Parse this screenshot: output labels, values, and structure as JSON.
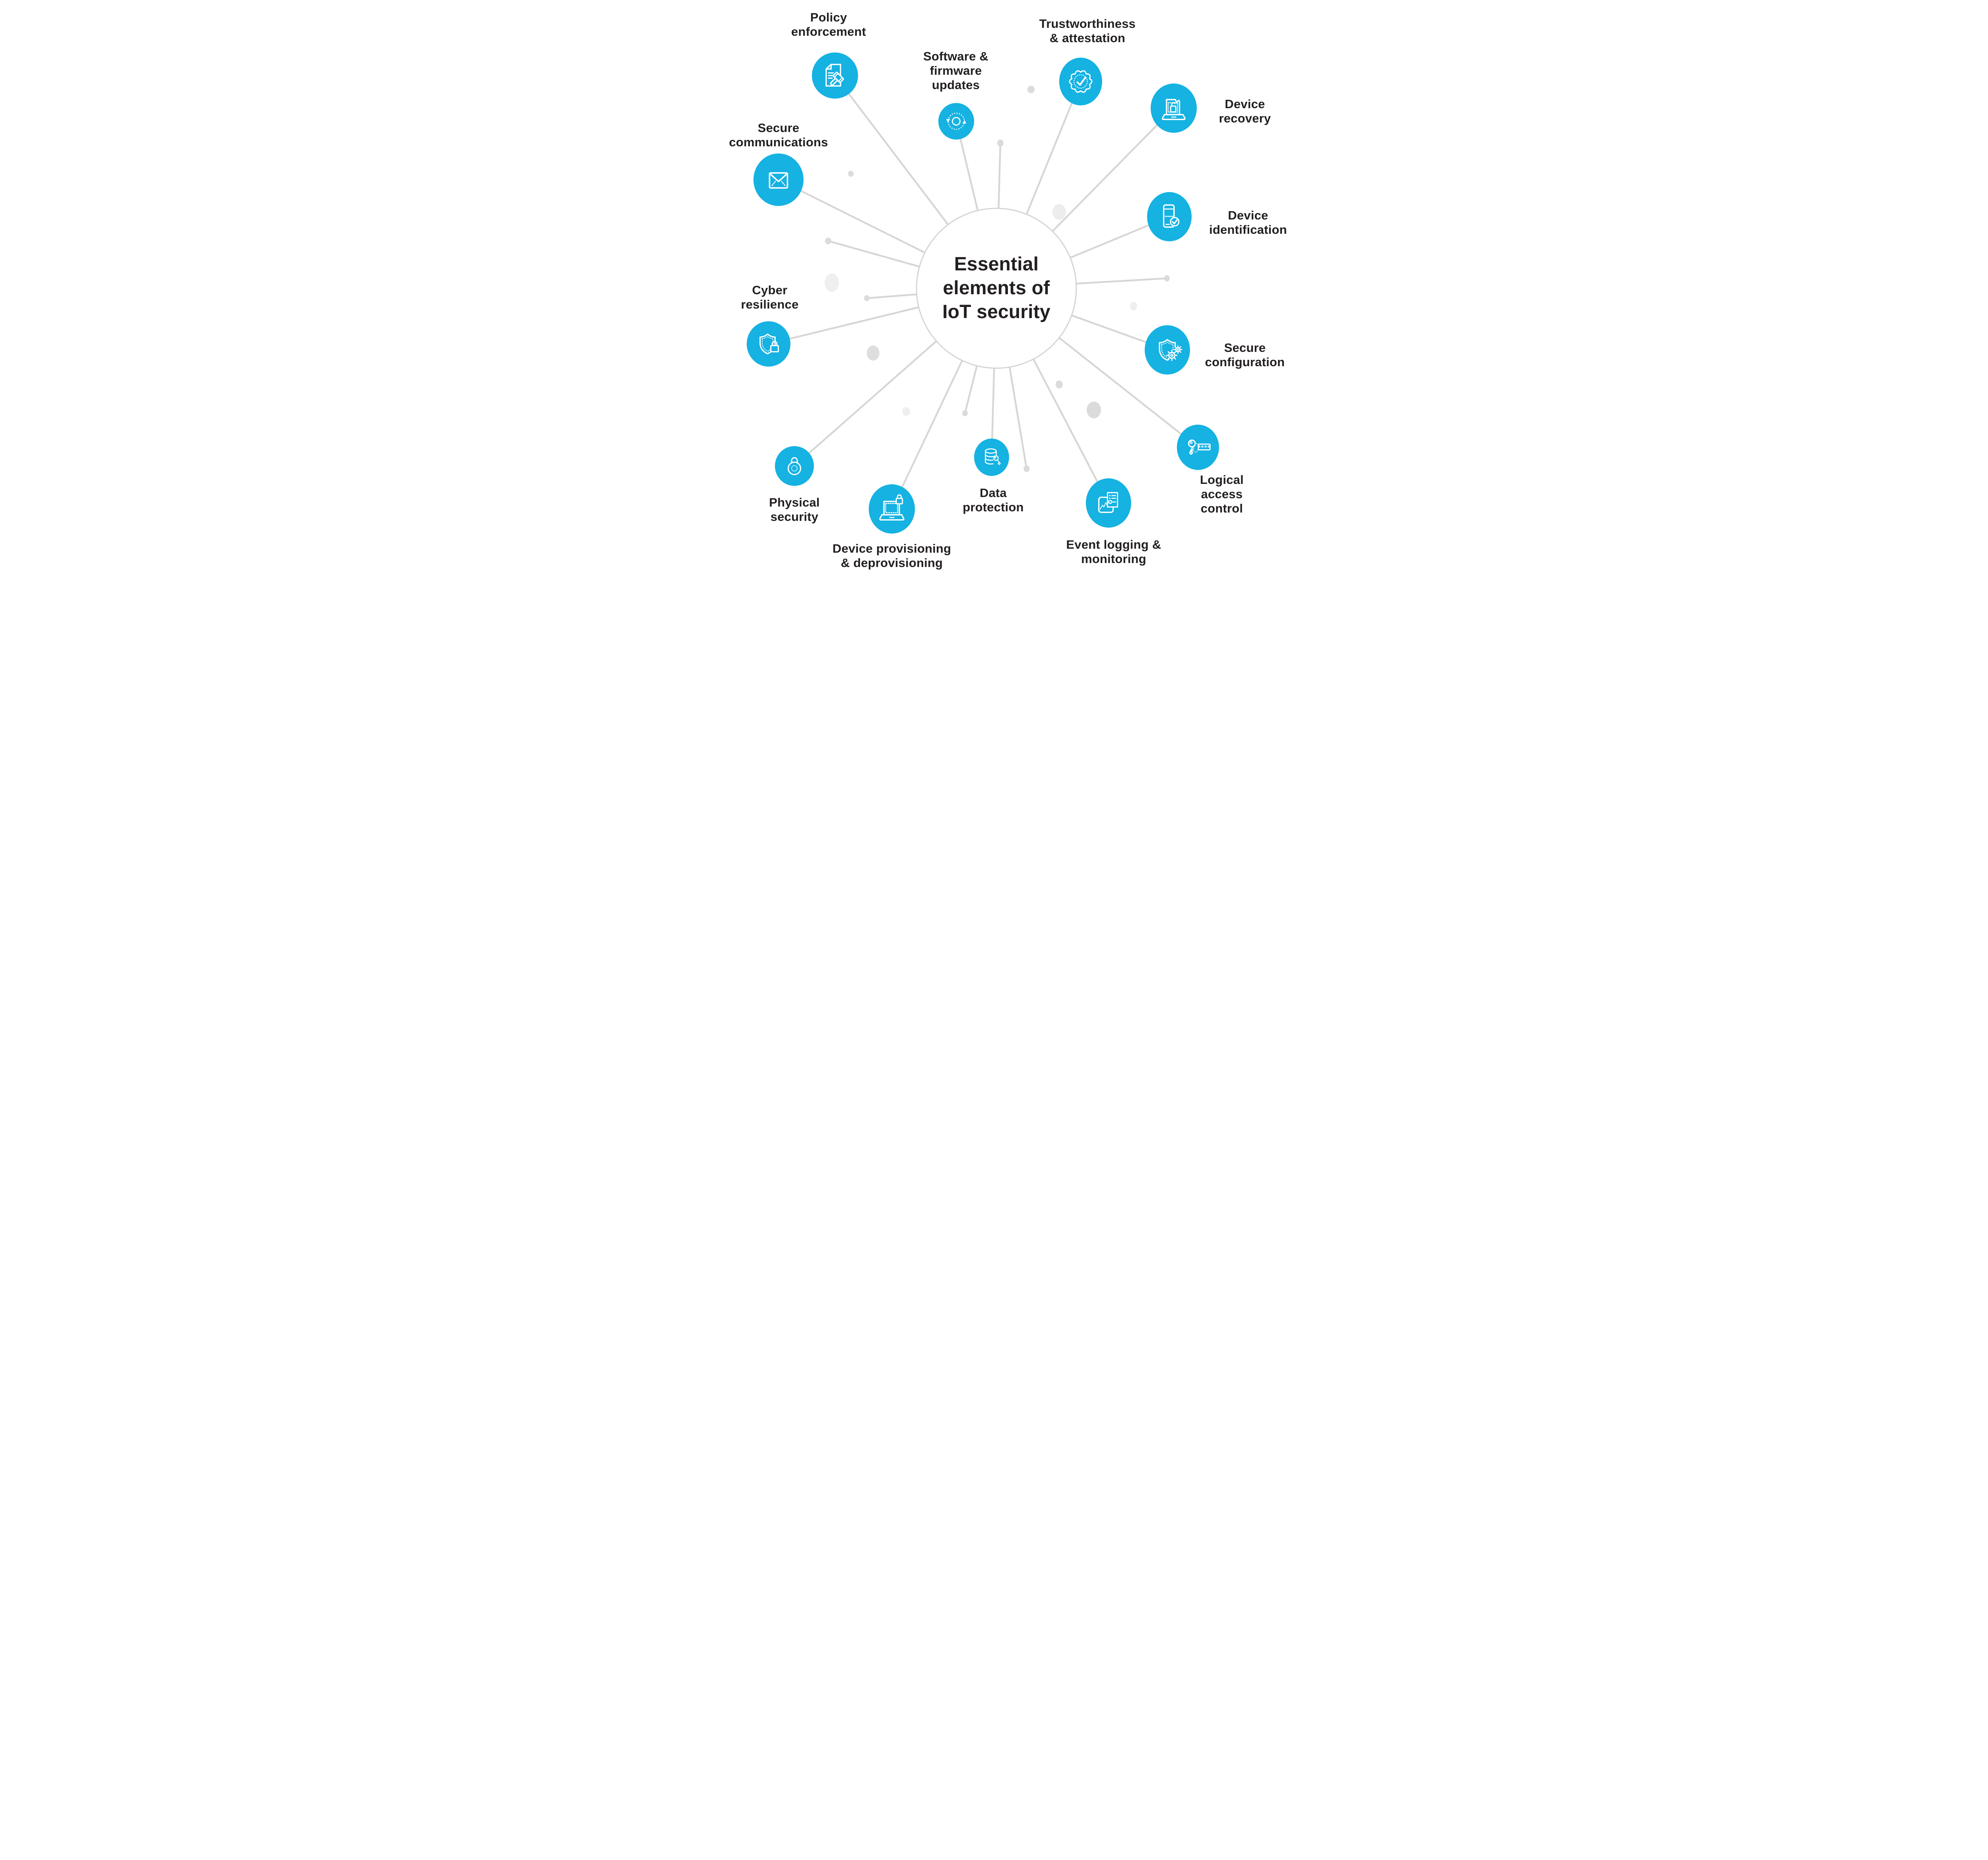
{
  "title": "Essential elements of IoT security diagram",
  "colors": {
    "accent_cyan": "#15B2E2",
    "connector_gray": "#D8D6D3",
    "dot_gray": "#DBDBDB",
    "dot_gray_light": "#EFEFEF",
    "center_circle_border": "#D5D5D5",
    "text_dark": "#231F20",
    "icon_stroke": "#FFFFFF"
  },
  "center": {
    "title": "Essential\nelements of\nIoT security"
  },
  "nodes": [
    {
      "id": "policy-enforcement",
      "label": "Policy\nenforcement",
      "icon": "document-gavel-icon"
    },
    {
      "id": "software-firmware-updates",
      "label": "Software &\nfirmware\nupdates",
      "icon": "circular-update-arrows-icon"
    },
    {
      "id": "trustworthiness-attestation",
      "label": "Trustworthiness\n& attestation",
      "icon": "certified-badge-check-icon"
    },
    {
      "id": "device-recovery",
      "label": "Device\nrecovery",
      "icon": "broken-laptop-unlock-icon"
    },
    {
      "id": "device-identification",
      "label": "Device\nidentification",
      "icon": "phone-verified-icon"
    },
    {
      "id": "secure-configuration",
      "label": "Secure\nconfiguration",
      "icon": "shield-gears-icon"
    },
    {
      "id": "logical-access-control",
      "label": "Logical access\ncontrol",
      "icon": "key-password-icon"
    },
    {
      "id": "event-logging-monitoring",
      "label": "Event logging &\nmonitoring",
      "icon": "activity-log-icon"
    },
    {
      "id": "data-protection",
      "label": "Data\nprotection",
      "icon": "database-key-icon"
    },
    {
      "id": "device-provisioning-deprovisioning",
      "label": "Device provisioning\n& deprovisioning",
      "icon": "laptop-padlock-icon"
    },
    {
      "id": "physical-security",
      "label": "Physical\nsecurity",
      "icon": "combination-lock-icon"
    },
    {
      "id": "cyber-resilience",
      "label": "Cyber\nresilience",
      "icon": "shield-padlock-icon"
    },
    {
      "id": "secure-communications",
      "label": "Secure\ncommunications",
      "icon": "envelope-icon"
    }
  ]
}
